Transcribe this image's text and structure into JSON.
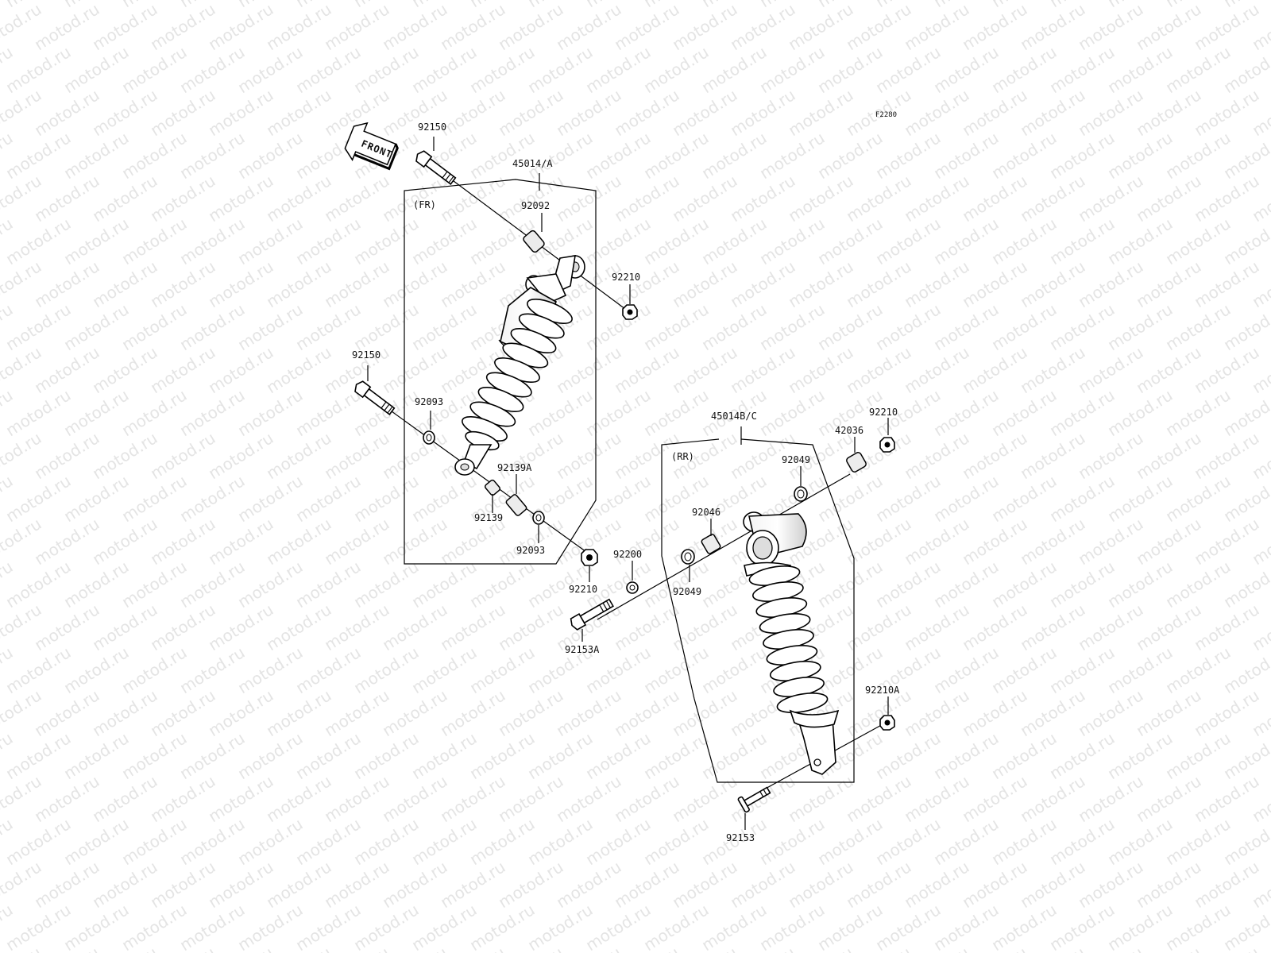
{
  "watermark": "motod.ru",
  "diagram_code": "F2280",
  "front_label": "FRONT",
  "front_group": {
    "label": "(FR)",
    "assembly": "45014/A"
  },
  "rear_group": {
    "label": "(RR)",
    "assembly": "45014B/C"
  },
  "labels": {
    "fr_bolt_top": "92150",
    "fr_collar_top": "92092",
    "fr_nut_top": "92210",
    "fr_bolt_bottom": "92150",
    "fr_washer_bottom_left": "92093",
    "fr_bushing_a": "92139A",
    "fr_bushing": "92139",
    "fr_washer_bottom_right": "92093",
    "fr_nut_bottom": "92210",
    "rr_washer_top_outer": "92049",
    "rr_collar_top": "42036",
    "rr_nut_top": "92210",
    "rr_bushing_top": "92046",
    "rr_washer_top_inner": "92049",
    "rr_washer_bolt": "92200",
    "rr_bolt_top": "92153A",
    "rr_nut_bottom": "92210A",
    "rr_bolt_bottom": "92153"
  }
}
